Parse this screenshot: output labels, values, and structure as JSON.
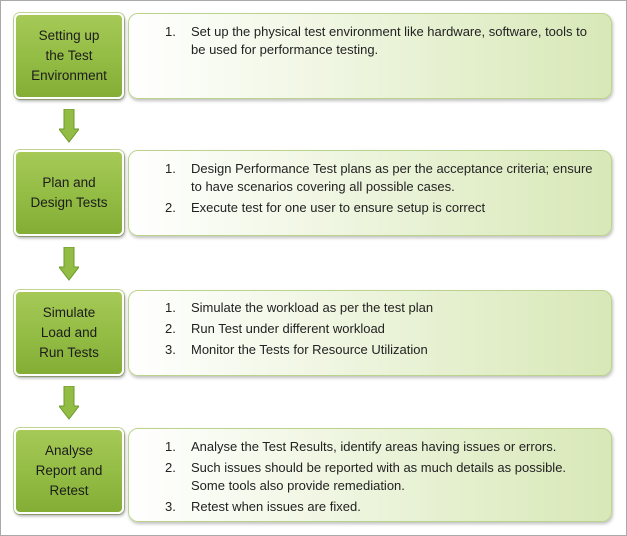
{
  "steps": [
    {
      "title": "Setting up\nthe Test\nEnvironment",
      "items": [
        {
          "num": "1.",
          "text": "Set up the physical test environment like hardware, software, tools to be used for performance testing."
        }
      ]
    },
    {
      "title": "Plan and\nDesign Tests",
      "items": [
        {
          "num": "1.",
          "text": "Design Performance Test plans as per the acceptance criteria; ensure to have scenarios covering all possible cases."
        },
        {
          "num": "2.",
          "text": "Execute test for one user to ensure setup is correct"
        }
      ]
    },
    {
      "title": "Simulate\nLoad and\nRun Tests",
      "items": [
        {
          "num": "1.",
          "text": "Simulate the workload as per the test plan"
        },
        {
          "num": "2.",
          "text": "Run Test under different workload"
        },
        {
          "num": "3.",
          "text": "Monitor the Tests for Resource Utilization"
        }
      ]
    },
    {
      "title": "Analyse\nReport and\nRetest",
      "items": [
        {
          "num": "1.",
          "text": "Analyse the Test Results, identify areas having issues or errors."
        },
        {
          "num": "2.",
          "text": "Such issues should be reported with as much details as possible. Some tools also provide remediation."
        },
        {
          "num": "3.",
          "text": "Retest when issues are fixed."
        }
      ]
    }
  ],
  "colors": {
    "step_fill": "#92bc43",
    "detail_fill": "#d8e8b7",
    "arrow_fill": "#92bc43"
  }
}
